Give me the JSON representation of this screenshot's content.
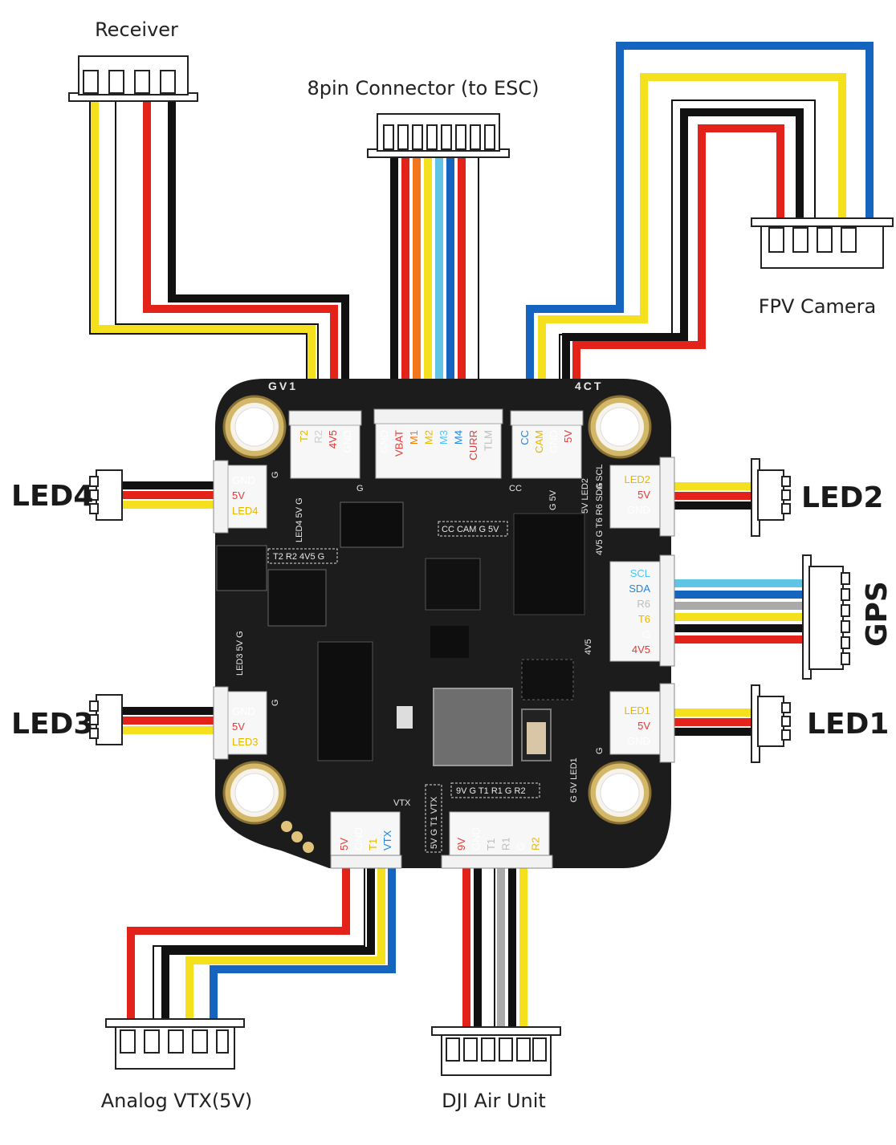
{
  "labels": {
    "receiver": "Receiver",
    "esc": "8pin Connector (to ESC)",
    "fpv": "FPV Camera",
    "led4": "LED4",
    "led2": "LED2",
    "led3": "LED3",
    "led1": "LED1",
    "gps": "GPS",
    "vtx": "Analog VTX(5V)",
    "dji": "DJI Air Unit"
  },
  "board": {
    "corner_tl": "GV1",
    "corner_tr": "4CT",
    "silk_t2r24v5g": "T2 R2 4V5 G",
    "silk_ccCam": "CC CAM G 5V",
    "silk_led4": "LED4 5V G",
    "silk_led3": "LED3 5V G",
    "silk_led1": "G 5V LED1",
    "silk_led2": "5V LED2",
    "silk_gps": "4V5 G T6 R6 SDA SCL",
    "silk_gps_4v5": "4V5",
    "silk_vtx": "VTX",
    "silk_vtx_v": "5V G T1 VTX",
    "silk_dji": "9V G T1 R1 G R2",
    "silk_g": "G",
    "silk_cc": "CC",
    "silk_g5v": "G 5V"
  },
  "pins": {
    "receiver": [
      {
        "label": "T2",
        "color": "#e6b800"
      },
      {
        "label": "R2",
        "color": "#cccccc"
      },
      {
        "label": "4V5",
        "color": "#e53935"
      },
      {
        "label": "GND",
        "color": "#ffffff"
      }
    ],
    "esc": [
      {
        "label": "GND",
        "color": "#ffffff"
      },
      {
        "label": "VBAT",
        "color": "#e53935"
      },
      {
        "label": "M1",
        "color": "#f57c00"
      },
      {
        "label": "M2",
        "color": "#e6b800"
      },
      {
        "label": "M3",
        "color": "#4fc3f7"
      },
      {
        "label": "M4",
        "color": "#1e88e5"
      },
      {
        "label": "CURR",
        "color": "#e53935"
      },
      {
        "label": "TLM",
        "color": "#bdbdbd"
      }
    ],
    "fpv": [
      {
        "label": "CC",
        "color": "#1e88e5"
      },
      {
        "label": "CAM",
        "color": "#e6b800"
      },
      {
        "label": "GND",
        "color": "#ffffff"
      },
      {
        "label": "5V",
        "color": "#e53935"
      }
    ],
    "led4": [
      {
        "label": "GND",
        "color": "#ffffff"
      },
      {
        "label": "5V",
        "color": "#e53935"
      },
      {
        "label": "LED4",
        "color": "#e6b800"
      }
    ],
    "led3": [
      {
        "label": "GND",
        "color": "#ffffff"
      },
      {
        "label": "5V",
        "color": "#e53935"
      },
      {
        "label": "LED3",
        "color": "#e6b800"
      }
    ],
    "led2": [
      {
        "label": "LED2",
        "color": "#e6b800"
      },
      {
        "label": "5V",
        "color": "#e53935"
      },
      {
        "label": "GND",
        "color": "#ffffff"
      }
    ],
    "led1": [
      {
        "label": "LED1",
        "color": "#e6b800"
      },
      {
        "label": "5V",
        "color": "#e53935"
      },
      {
        "label": "GND",
        "color": "#ffffff"
      }
    ],
    "gps": [
      {
        "label": "SCL",
        "color": "#4fc3f7"
      },
      {
        "label": "SDA",
        "color": "#1e88e5"
      },
      {
        "label": "R6",
        "color": "#bdbdbd"
      },
      {
        "label": "T6",
        "color": "#e6b800"
      },
      {
        "label": "G",
        "color": "#ffffff"
      },
      {
        "label": "4V5",
        "color": "#e53935"
      }
    ],
    "vtx": [
      {
        "label": "5V",
        "color": "#e53935"
      },
      {
        "label": "GND",
        "color": "#ffffff"
      },
      {
        "label": "T1",
        "color": "#e6b800"
      },
      {
        "label": "VTX",
        "color": "#1e88e5"
      }
    ],
    "dji": [
      {
        "label": "9V",
        "color": "#e53935"
      },
      {
        "label": "GND",
        "color": "#ffffff"
      },
      {
        "label": "T1",
        "color": "#bdbdbd"
      },
      {
        "label": "R1",
        "color": "#bdbdbd"
      },
      {
        "label": "G",
        "color": "#ffffff"
      },
      {
        "label": "R2",
        "color": "#e6b800"
      }
    ]
  },
  "colors": {
    "red": "#e32219",
    "black": "#111111",
    "white": "#ffffff",
    "yellow": "#f4e01c",
    "blue": "#1565c0",
    "lightblue": "#5fc4e6",
    "orange": "#f2761c",
    "grey": "#aaaaaa",
    "board": "#1c1c1c"
  }
}
